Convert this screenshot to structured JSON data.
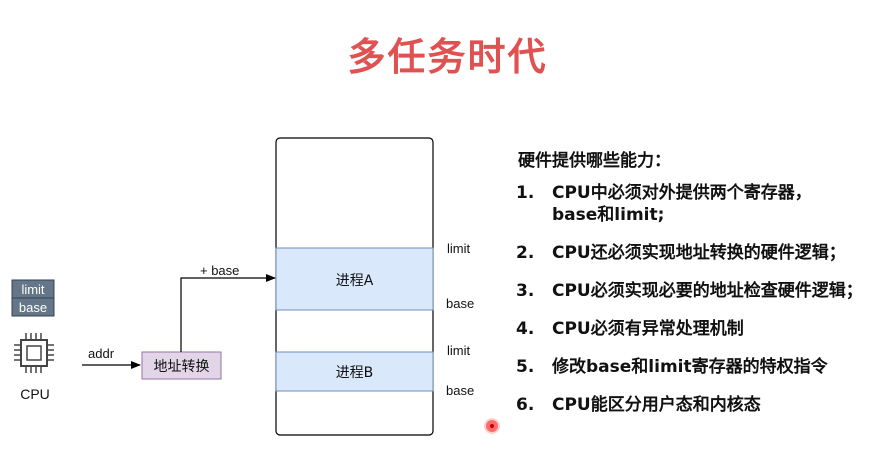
{
  "slide": {
    "title": "多任务时代"
  },
  "diagram": {
    "cpu_label": "CPU",
    "reg_limit": "limit",
    "reg_base": "base",
    "addr_label": "addr",
    "translate_box": "地址转换",
    "plus_base_label": "+ base",
    "process_a": "进程A",
    "process_b": "进程B",
    "a_limit": "limit",
    "a_base": "base",
    "b_limit": "limit",
    "b_base": "base"
  },
  "capabilities": {
    "heading": "硬件提供哪些能力：",
    "items": [
      {
        "num": "1.",
        "line1": "CPU中必须对外提供两个寄存器，",
        "line2": "base和limit;"
      },
      {
        "num": "2.",
        "line1": "CPU还必须实现地址转换的硬件逻辑；"
      },
      {
        "num": "3.",
        "line1": "CPU必须实现必要的地址检查硬件逻辑；"
      },
      {
        "num": "4.",
        "line1": "CPU必须有异常处理机制"
      },
      {
        "num": "5.",
        "line1": "修改base和limit寄存器的特权指令"
      },
      {
        "num": "6.",
        "line1": "CPU能区分用户态和内核态"
      }
    ]
  },
  "colors": {
    "title": "#e05252",
    "process_fill": "#dae8fc",
    "process_stroke": "#6c8ebf",
    "translate_fill": "#e1d5e7",
    "translate_stroke": "#9673a6",
    "register_fill": "#647687"
  }
}
